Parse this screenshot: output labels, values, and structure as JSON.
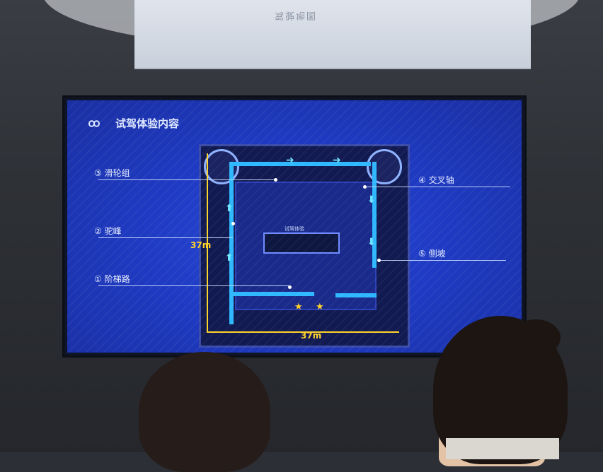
{
  "ceiling": {
    "text": "驾驶地图"
  },
  "screen": {
    "title": "试驾体验内容",
    "labels": {
      "pulley": "③ 滑轮组",
      "hump": "② 驼峰",
      "stairs": "① 阶梯路",
      "cross_axle": "④ 交叉轴",
      "side_slope": "⑤ 侧坡"
    },
    "dimensions": {
      "vertical": "37m",
      "horizontal": "37m"
    },
    "building_label": "试驾体验"
  },
  "colors": {
    "screen_bg": "#1f3bc4",
    "route": "#2fb8ff",
    "dimension": "#ffd32a"
  },
  "icons": [
    "infinity-logo-icon",
    "arrow-icon",
    "star-icon"
  ]
}
